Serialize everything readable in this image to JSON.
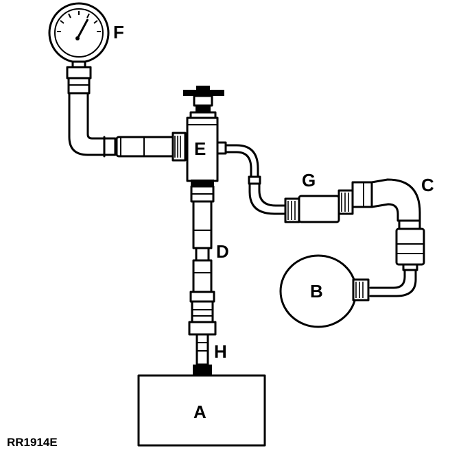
{
  "labels": {
    "a": "A",
    "b": "B",
    "c": "C",
    "d": "D",
    "e": "E",
    "f": "F",
    "g": "G",
    "h": "H"
  },
  "reference_code": "RR1914E",
  "colors": {
    "line": "#000000",
    "background": "#ffffff"
  }
}
